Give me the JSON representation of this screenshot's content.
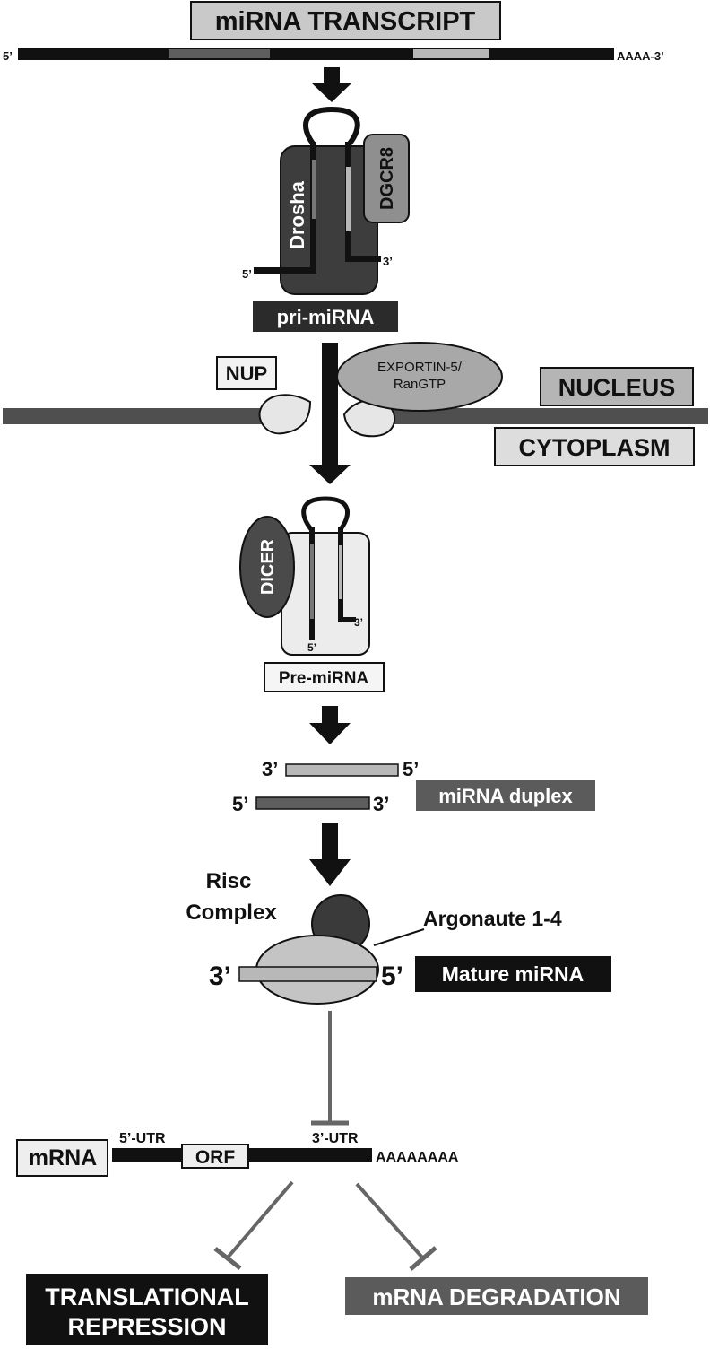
{
  "labels": {
    "transcript_title": "miRNA TRANSCRIPT",
    "transcript_5prime": "5’",
    "transcript_3prime": "AAAA-3’",
    "drosha": "Drosha",
    "dgcr8": "DGCR8",
    "pri_5prime": "5’",
    "pri_3prime": "3’",
    "pri_mirna": "pri-miRNA",
    "nup": "NUP",
    "exportin_line1": "EXPORTIN-5/",
    "exportin_line2": "RanGTP",
    "nucleus": "NUCLEUS",
    "cytoplasm": "CYTOPLASM",
    "dicer": "DICER",
    "pre_3prime": "3’",
    "pre_5prime": "5’",
    "pre_mirna": "Pre-miRNA",
    "duplex_top_3prime": "3’",
    "duplex_top_5prime": "5’",
    "duplex_bottom_5prime": "5’",
    "duplex_bottom_3prime": "3’",
    "mirna_duplex": "miRNA duplex",
    "risc_line1": "Risc",
    "risc_line2": "Complex",
    "argonaute": "Argonaute 1-4",
    "risc_3prime": "3’",
    "risc_5prime": "5’",
    "mature_mirna": "Mature miRNA",
    "utr5": "5’-UTR",
    "utr3": "3’-UTR",
    "mrna": "mRNA",
    "orf": "ORF",
    "polya": "AAAAAAAA",
    "translational_line1": "TRANSLATIONAL",
    "translational_line2": "REPRESSION",
    "mrna_degradation": "mRNA DEGRADATION"
  },
  "colors": {
    "black": "#111111",
    "dark_gray": "#3d3d3d",
    "medium_gray": "#5e5e5e",
    "light_gray": "#b8b8b8",
    "pale_gray": "#ececec",
    "membrane": "#4f4f4f",
    "inhibit_line": "#666666"
  }
}
